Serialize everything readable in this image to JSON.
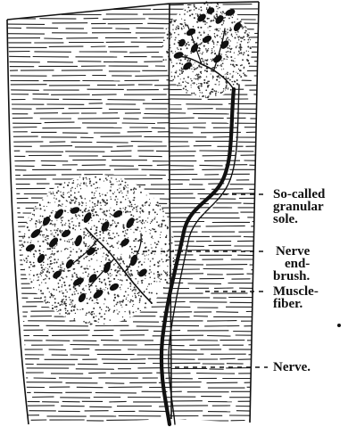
{
  "figure": {
    "icons": [
      "muscle-fiber-drawing",
      "nerve-end-brush",
      "granular-sole",
      "nerve-fiber"
    ]
  },
  "labels": {
    "granular_sole": [
      "So-called",
      "granular",
      "sole."
    ],
    "nerve_end_brush": [
      "Nerve",
      "end-",
      "brush."
    ],
    "muscle_fiber": [
      "Muscle-",
      "fiber."
    ],
    "nerve": "Nerve."
  }
}
